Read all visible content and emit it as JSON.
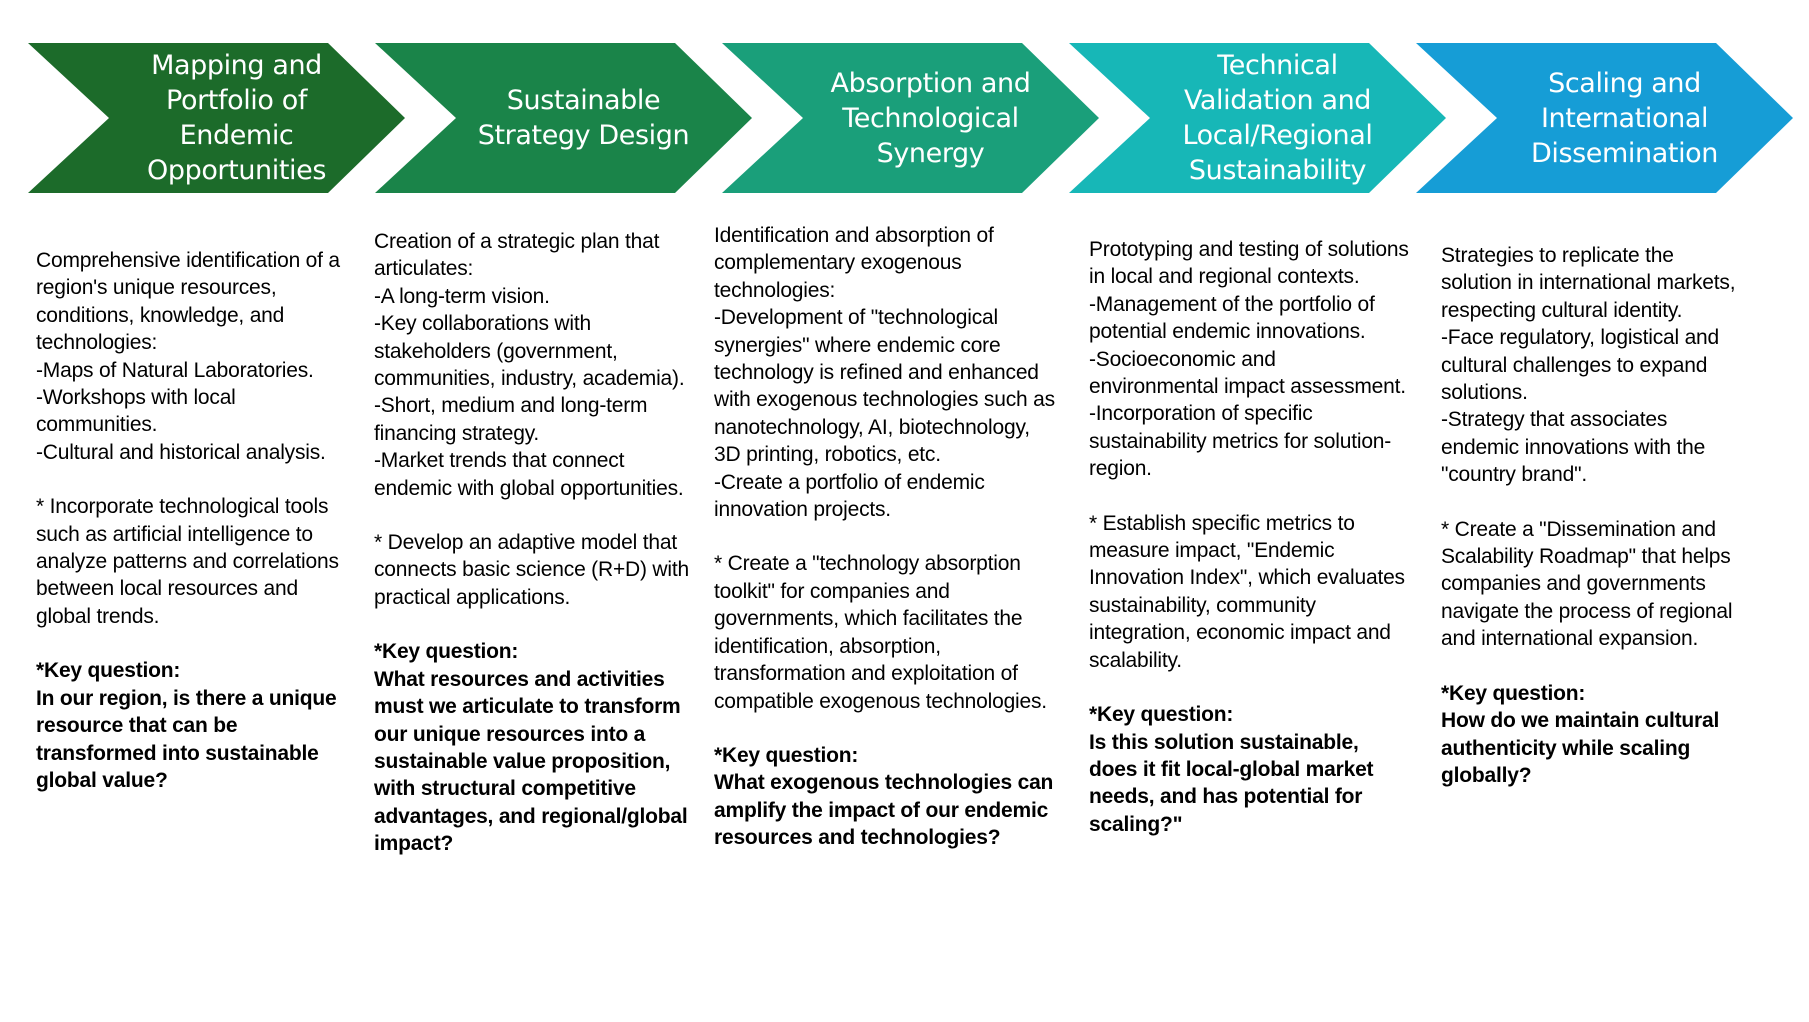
{
  "colors": {
    "stage1": "#1c6b2a",
    "stage2": "#1a8449",
    "stage3": "#1a9f7a",
    "stage4": "#17b7b7",
    "stage5": "#169dd6"
  },
  "stages": [
    {
      "title": "Mapping and\nPortfolio of\nEndemic\nOpportunities",
      "description": "Comprehensive identification of a region's unique resources, conditions, knowledge, and technologies:\n-Maps of Natural Laboratories.\n-Workshops with local communities.\n-Cultural and historical analysis.",
      "action": "* Incorporate technological tools such as artificial intelligence to analyze patterns and correlations between local resources and global trends.",
      "key_question_label": "*Key question:",
      "key_question": "In our region, is there a unique resource that can be transformed into sustainable global value?"
    },
    {
      "title": "Sustainable\nStrategy Design",
      "description": "Creation of a strategic plan that articulates:\n-A long-term vision.\n-Key collaborations with stakeholders (government, communities, industry, academia).\n-Short, medium and long-term financing strategy.\n-Market trends that connect endemic with global opportunities.",
      "action": "* Develop an adaptive model that connects basic science (R+D) with practical applications.",
      "key_question_label": "*Key question:",
      "key_question": "What resources and activities must we articulate to transform our unique resources into a sustainable value proposition, with structural competitive advantages, and regional/global impact?"
    },
    {
      "title": "Absorption and\nTechnological\nSynergy",
      "description": "Identification and absorption of complementary exogenous technologies:\n-Development of \"technological synergies\" where endemic core technology is refined and enhanced with exogenous technologies such as nanotechnology, AI, biotechnology, 3D printing, robotics, etc.\n-Create a portfolio of endemic innovation projects.",
      "action": "* Create a \"technology absorption toolkit\" for companies and governments, which facilitates the identification, absorption, transformation and exploitation of compatible exogenous technologies.",
      "key_question_label": "*Key question:",
      "key_question": "What exogenous technologies can amplify the impact of our endemic resources and technologies?"
    },
    {
      "title": "Technical\nValidation and\nLocal/Regional\nSustainability",
      "description": "Prototyping and testing of solutions in local and regional contexts.\n-Management of the portfolio of potential endemic innovations.\n-Socioeconomic and environmental impact assessment.\n-Incorporation of specific sustainability metrics for solution-region.",
      "action": "* Establish specific metrics to measure impact, \"Endemic Innovation Index\", which evaluates sustainability, community integration, economic impact and scalability.",
      "key_question_label": "*Key question:",
      "key_question": "Is this solution sustainable, does it fit local-global market needs, and has potential for scaling?\""
    },
    {
      "title": "Scaling and\nInternational\nDissemination",
      "description": "Strategies to replicate the solution in international markets, respecting cultural identity.\n-Face regulatory, logistical and cultural challenges to expand solutions.\n-Strategy that associates endemic innovations with the \"country brand\".",
      "action": "* Create a \"Dissemination and Scalability Roadmap\" that helps companies and governments navigate the process of regional and international expansion.",
      "key_question_label": "*Key question:",
      "key_question": "How do we maintain cultural authenticity while scaling globally?"
    }
  ]
}
